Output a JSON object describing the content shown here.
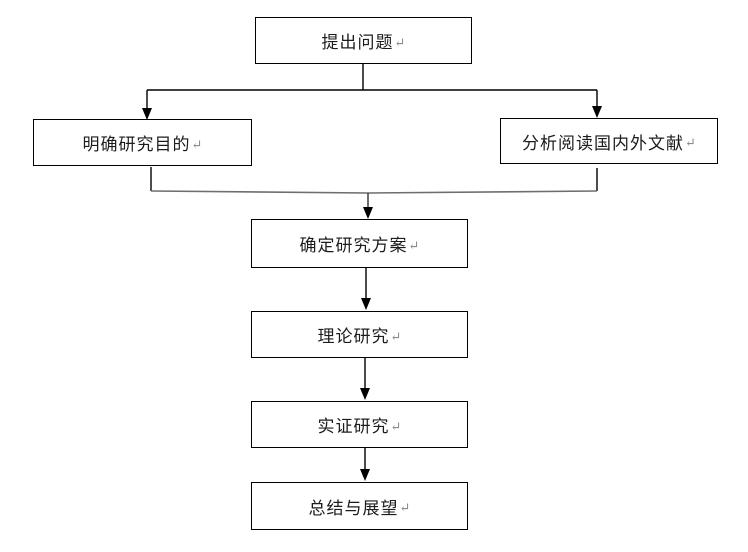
{
  "flowchart": {
    "return_mark": "↵",
    "colors": {
      "line": "#000000",
      "merge_line": "#6e6e6e",
      "box_border": "#000000",
      "box_fill": "#ffffff",
      "text": "#1c1c1c",
      "return_mark": "#8a8a8a",
      "background": "#ffffff"
    },
    "nodes": [
      {
        "id": "raise-question",
        "label": "提出问题"
      },
      {
        "id": "research-purpose",
        "label": "明确研究目的"
      },
      {
        "id": "literature-review",
        "label": "分析阅读国内外文献"
      },
      {
        "id": "research-plan",
        "label": "确定研究方案"
      },
      {
        "id": "theoretical-research",
        "label": "理论研究"
      },
      {
        "id": "empirical-research",
        "label": "实证研究"
      },
      {
        "id": "summary-outlook",
        "label": "总结与展望"
      }
    ],
    "edges": [
      {
        "from": "提出问题",
        "to": "明确研究目的"
      },
      {
        "from": "提出问题",
        "to": "分析阅读国内外文献"
      },
      {
        "from": "明确研究目的",
        "to": "确定研究方案"
      },
      {
        "from": "分析阅读国内外文献",
        "to": "确定研究方案"
      },
      {
        "from": "确定研究方案",
        "to": "理论研究"
      },
      {
        "from": "理论研究",
        "to": "实证研究"
      },
      {
        "from": "实证研究",
        "to": "总结与展望"
      }
    ]
  }
}
